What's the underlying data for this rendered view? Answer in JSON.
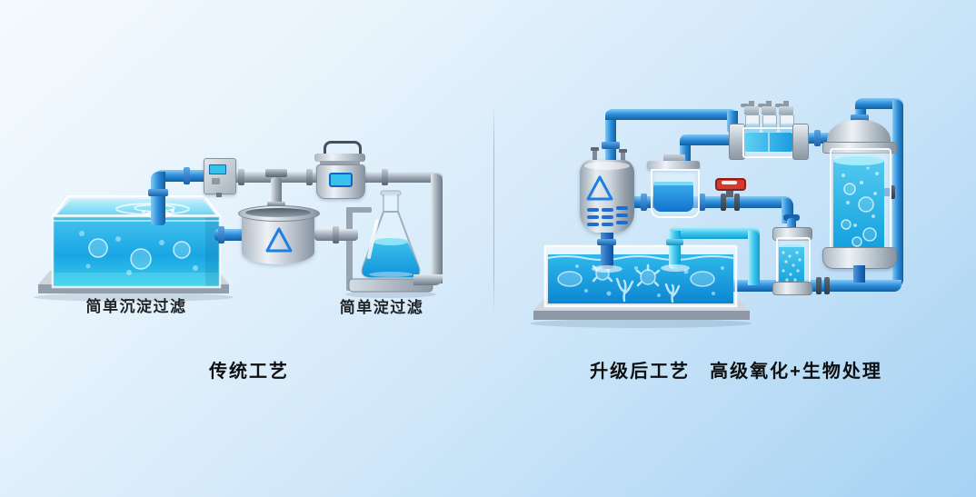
{
  "left_process": {
    "title": "传统工艺",
    "tank_label": "简单沉淀过滤",
    "flask_label": "简单淀过滤"
  },
  "right_process": {
    "title": "升级后工艺　高级氧化+生物处理"
  },
  "colors": {
    "background_top_left": "#f4fafe",
    "background_bottom_right": "#a6d2f3",
    "water": "#28b4e9",
    "water_deep": "#0d8ed7",
    "pipe_blue": "#2e8fdd",
    "pipe_cyan": "#3cc8ef",
    "pipe_gray": "#a0acb7",
    "metal": "#b9c3cd",
    "valve_red": "#d63a2f",
    "symbol_blue": "#1d7fe0",
    "label_text": "#1f2326"
  },
  "icons": {
    "left_reactor_symbol": "triangle-outline-icon",
    "right_reactor_symbol": "triangle-outline-icon"
  }
}
